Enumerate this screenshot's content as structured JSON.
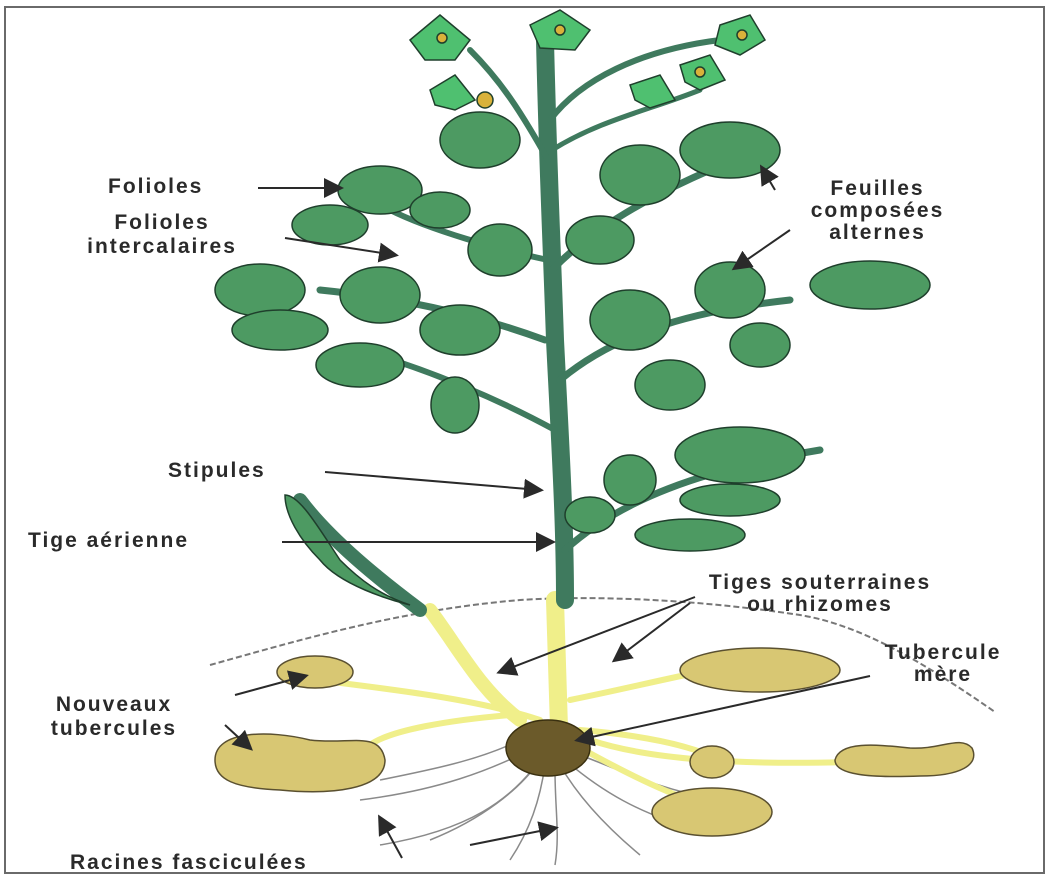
{
  "labels": {
    "folioles": "Folioles",
    "folioles_intercalaires_1": "Folioles",
    "folioles_intercalaires_2": "intercalaires",
    "feuilles_1": "Feuilles",
    "feuilles_2": "composées",
    "feuilles_3": "alternes",
    "stipules": "Stipules",
    "tige_aerienne": "Tige aérienne",
    "tiges_souterraines_1": "Tiges souterraines",
    "tiges_souterraines_2": "ou rhizomes",
    "tubercule_mere_1": "Tubercule",
    "tubercule_mere_2": "mère",
    "nouveaux_tubercules_1": "Nouveaux",
    "nouveaux_tubercules_2": "tubercules",
    "racines": "Racines fasciculées"
  },
  "colors": {
    "stem": "#3f7a5e",
    "leaf": "#4d9a62",
    "leaf_outline": "#1f3f2c",
    "rhizome": "#f0ef8a",
    "tuber": "#d8c773",
    "mother_tuber": "#6b5a2a",
    "root": "#8a8a8a",
    "label": "#2a2a2a",
    "arrow": "#2a2a2a"
  },
  "icons": {
    "leaf": "leaf-icon",
    "flower": "flower-icon",
    "tuber": "tuber-icon"
  }
}
